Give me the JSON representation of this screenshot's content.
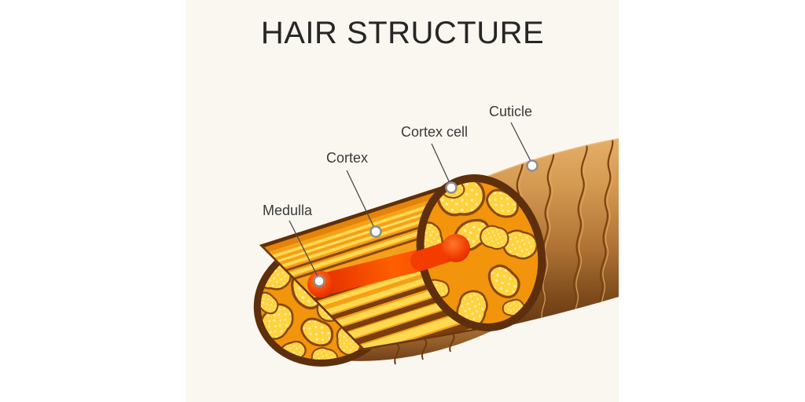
{
  "title": "HAIR STRUCTURE",
  "labels": {
    "medulla": "Medulla",
    "cortex": "Cortex",
    "cortex_cell": "Cortex cell",
    "cuticle": "Cuticle"
  },
  "colors": {
    "page_background": "#ffffff",
    "panel_background": "#faf7f0",
    "title_text": "#262626",
    "label_text": "#3a3a3a",
    "cuticle_tan": "#c18a4e",
    "outline_brown": "#6b3410",
    "cortex_yellow": "#ffd94f",
    "cortex_orange": "#f2940c",
    "medulla_red": "#ff4a00",
    "marker_fill": "#ffffff",
    "marker_ring": "#8f8f8f"
  }
}
